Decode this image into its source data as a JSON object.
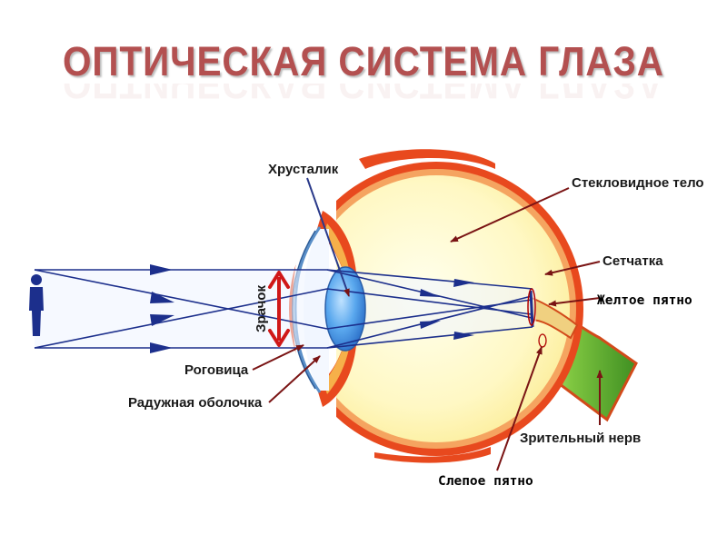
{
  "title": "ОПТИЧЕСКАЯ СИСТЕМА ГЛАЗА",
  "labels": {
    "lens": "Хрусталик",
    "vitreous": "Стекловидное тело",
    "retina": "Сетчатка",
    "macula": "Желтое пятно",
    "cornea": "Роговица",
    "iris": "Радужная оболочка",
    "optic_nerve": "Зрительный нерв",
    "blind_spot": "Слепое пятно",
    "pupil": "Зрачок"
  },
  "colors": {
    "title": "#b35050",
    "sclera": "#e8491e",
    "choroid": "#f5a460",
    "vitreous": "#fffbd0",
    "lens": "#3d8fe0",
    "nerve": "#5db832",
    "rays": "#1c2f8c",
    "pupil_arrow": "#d01818"
  }
}
